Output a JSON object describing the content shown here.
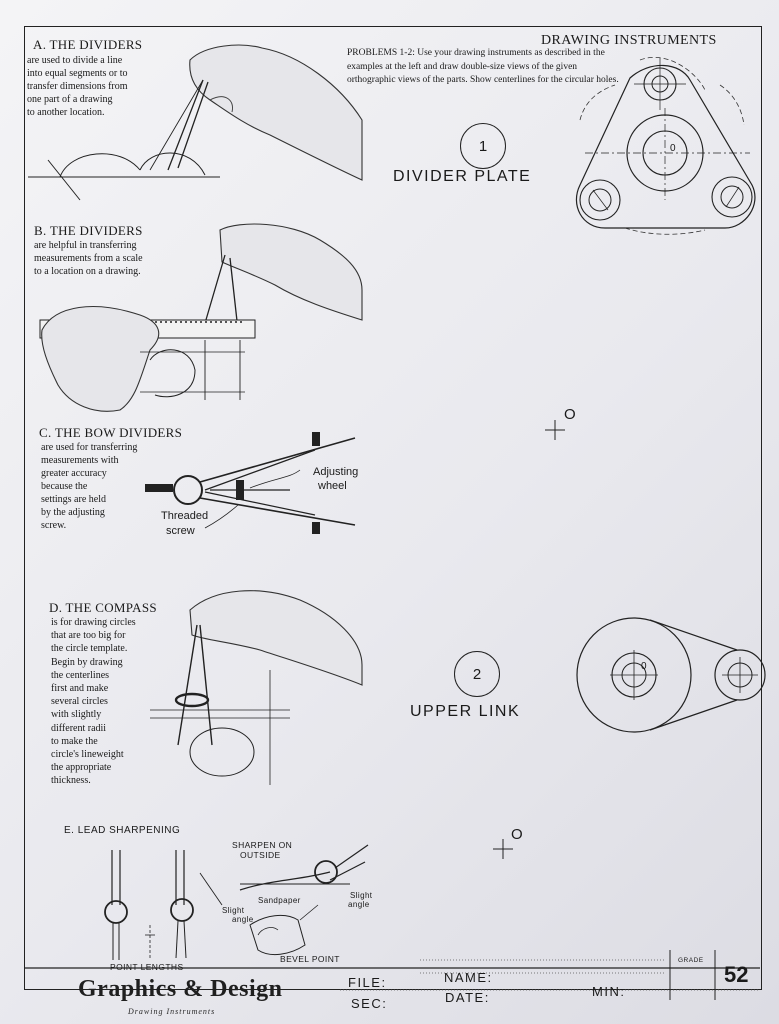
{
  "header": {
    "title": "DRAWING INSTRUMENTS",
    "problems": "PROBLEMS 1-2: Use your drawing instruments as described in the examples at the left and draw double-size views of the given orthographic views of the parts. Show centerlines for the circular holes."
  },
  "sections": {
    "a": {
      "heading": "A. THE DIVIDERS",
      "lines": [
        "are used to divide a line",
        "into equal segments or to",
        "transfer dimensions from",
        "one part of a drawing",
        "to another location."
      ]
    },
    "b": {
      "heading": "B. THE DIVIDERS",
      "lines": [
        "are helpful in transferring",
        "measurements from a scale",
        "to a location on a drawing."
      ]
    },
    "c": {
      "heading": "C. THE BOW DIVIDERS",
      "lines": [
        "are used for transferring",
        "measurements with",
        "greater accuracy",
        "because the",
        "settings are held",
        "by the adjusting",
        "screw."
      ],
      "label_adjusting": "Adjusting",
      "label_wheel": "wheel",
      "label_threaded": "Threaded",
      "label_screw": "screw"
    },
    "d": {
      "heading": "D. THE COMPASS",
      "lines": [
        "is for drawing circles",
        "that are too big for",
        "the circle template.",
        "Begin by drawing",
        "the centerlines",
        "first and make",
        "several circles",
        "with slightly",
        "different radii",
        "to make the",
        "circle's lineweight",
        "the appropriate",
        "thickness."
      ]
    },
    "e": {
      "heading": "E. LEAD SHARPENING",
      "sharpen_on": "SHARPEN ON",
      "outside": "OUTSIDE",
      "sandpaper": "Sandpaper",
      "slight1": "Slight",
      "angle1": "angle",
      "slight2": "Slight",
      "angle2": "angle",
      "bevel_point": "BEVEL POINT",
      "point_lengths": "POINT LENGTHS"
    }
  },
  "problems": {
    "p1": {
      "number": "1",
      "title": "DIVIDER PLATE",
      "origin": "0"
    },
    "p2": {
      "number": "2",
      "title": "UPPER LINK",
      "origin": "0"
    }
  },
  "markers": {
    "origin_c": "O",
    "origin_e": "O"
  },
  "title_block": {
    "brand": "Graphics & Design",
    "brand_sub": "Drawing Instruments",
    "file": "FILE:",
    "sec": "SEC:",
    "name": "NAME:",
    "date": "DATE:",
    "min": "MIN:",
    "grade_label": "GRADE",
    "grade_value": "52"
  }
}
